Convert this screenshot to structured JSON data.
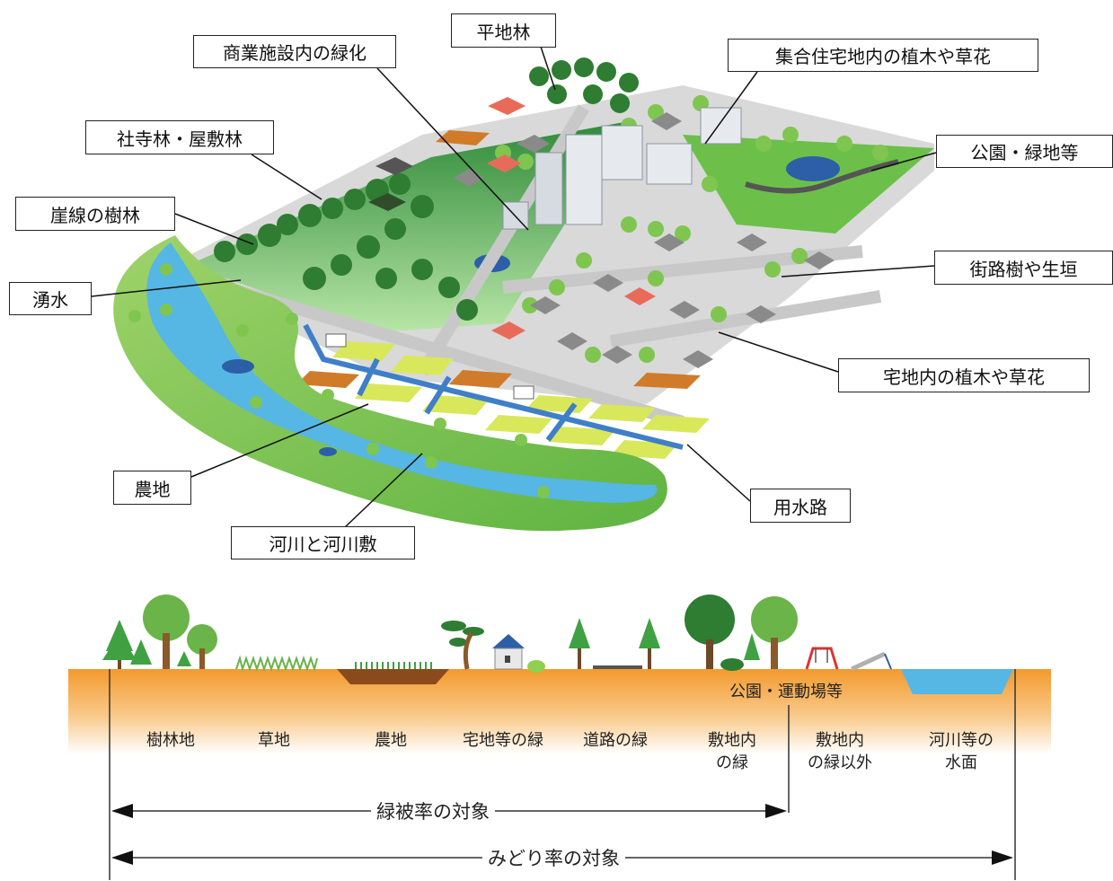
{
  "callouts": {
    "heichirin": "平地林",
    "shougyou": "商業施設内の緑化",
    "shuugou": "集合住宅地内の植木や草花",
    "shaji": "社寺林・屋敷林",
    "kouen": "公園・緑地等",
    "gaisen": "崖線の樹林",
    "gairoju": "街路樹や生垣",
    "yuusui": "湧水",
    "takuchi": "宅地内の植木や草花",
    "nouchi": "農地",
    "yousuiro": "用水路",
    "kasen": "河川と河川敷"
  },
  "categories": {
    "jurinchi": "樹林地",
    "souchi": "草地",
    "nouchi": "農地",
    "takuchi": "宅地等の緑",
    "douro": "道路の緑",
    "shikichi_line1": "敷地内",
    "shikichi_line2": "の緑",
    "igai_line1": "敷地内",
    "igai_line2": "の緑以外",
    "kasen_line1": "河川等の",
    "kasen_line2": "水面",
    "kouen": "公園・運動場等"
  },
  "arrows": {
    "ryokuhi": "緑被率の対象",
    "midori": "みどり率の対象"
  }
}
